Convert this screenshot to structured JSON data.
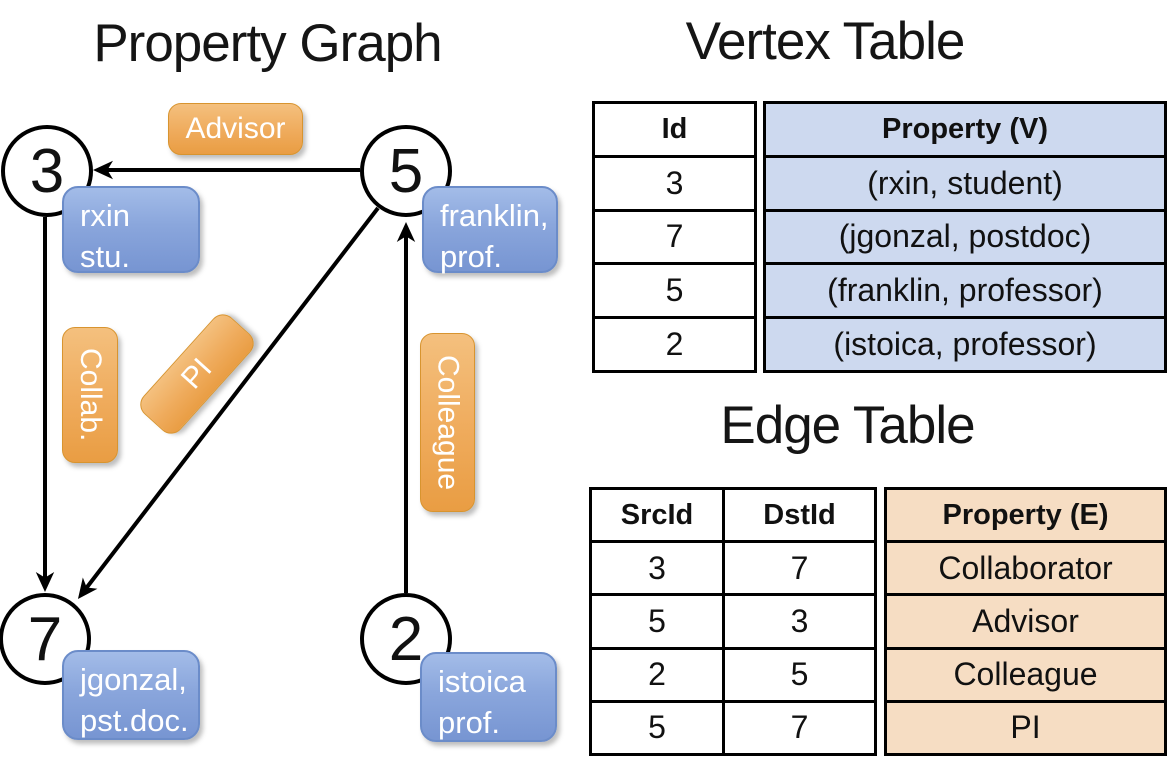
{
  "colors": {
    "blue_box_top": "#a3bce8",
    "blue_box_bottom": "#7795d2",
    "orange_box_top": "#f4c07e",
    "orange_box_bottom": "#e99d43",
    "vertex_property_bg": "#cdd9ef",
    "edge_property_bg": "#f6ddc3",
    "line": "#000000"
  },
  "graph": {
    "title": "Property Graph",
    "nodes": [
      {
        "id": "3",
        "property_lines": [
          "rxin",
          "stu."
        ]
      },
      {
        "id": "5",
        "property_lines": [
          "franklin,",
          "prof."
        ]
      },
      {
        "id": "7",
        "property_lines": [
          "jgonzal,",
          "pst.doc."
        ]
      },
      {
        "id": "2",
        "property_lines": [
          "istoica",
          "prof."
        ]
      }
    ],
    "edges": [
      {
        "src": "5",
        "dst": "3",
        "label": "Advisor"
      },
      {
        "src": "3",
        "dst": "7",
        "label": "Collab."
      },
      {
        "src": "5",
        "dst": "7",
        "label": "PI"
      },
      {
        "src": "2",
        "dst": "5",
        "label": "Colleague"
      }
    ]
  },
  "vertex_table": {
    "title": "Vertex Table",
    "columns": [
      "Id",
      "Property (V)"
    ],
    "rows": [
      [
        "3",
        "(rxin, student)"
      ],
      [
        "7",
        "(jgonzal, postdoc)"
      ],
      [
        "5",
        "(franklin, professor)"
      ],
      [
        "2",
        "(istoica, professor)"
      ]
    ]
  },
  "edge_table": {
    "title": "Edge Table",
    "columns": [
      "SrcId",
      "DstId",
      "Property (E)"
    ],
    "rows": [
      [
        "3",
        "7",
        "Collaborator"
      ],
      [
        "5",
        "3",
        "Advisor"
      ],
      [
        "2",
        "5",
        "Colleague"
      ],
      [
        "5",
        "7",
        "PI"
      ]
    ]
  }
}
